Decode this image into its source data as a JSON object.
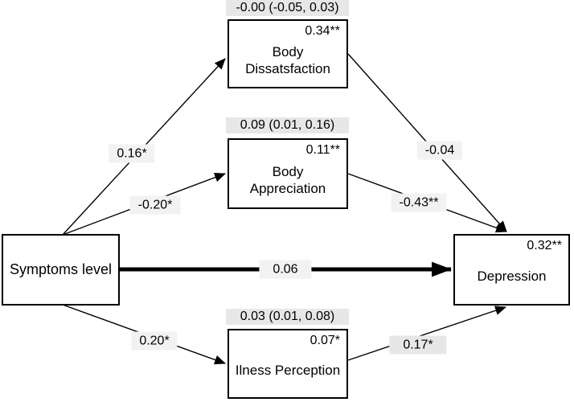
{
  "figure": {
    "type": "mediation path diagram",
    "nodes": {
      "symptoms": {
        "label": "Symptoms level"
      },
      "body_dissatisfaction": {
        "label": "Body Dissatsfaction",
        "coefficient": "0.34**",
        "indirect_effect": "-0.00 (-0.05, 0.03)"
      },
      "body_appreciation": {
        "label": "Body Appreciation",
        "coefficient": "0.11**",
        "indirect_effect": "0.09 (0.01, 0.16)"
      },
      "illness_perception": {
        "label": "Ilness Perception",
        "coefficient": "0.07*",
        "indirect_effect": "0.03 (0.01, 0.08)"
      },
      "depression": {
        "label": "Depression",
        "coefficient": "0.32**"
      }
    },
    "path_labels": {
      "symptoms_to_body_dissatisfaction": "0.16*",
      "symptoms_to_body_appreciation": "-0.20*",
      "symptoms_to_illness_perception": "0.20*",
      "symptoms_to_depression": "0.06",
      "body_dissatisfaction_to_depression": "-0.04",
      "body_appreciation_to_depression": "-0.43**",
      "illness_perception_to_depression": "0.17*"
    },
    "colors": {
      "line": "#000000",
      "box_border": "#000000",
      "box_fill": "#ffffff",
      "indirect_label_background": "#e7e7e7",
      "path_label_background": "#f2f2f2",
      "text": "#000000"
    }
  }
}
